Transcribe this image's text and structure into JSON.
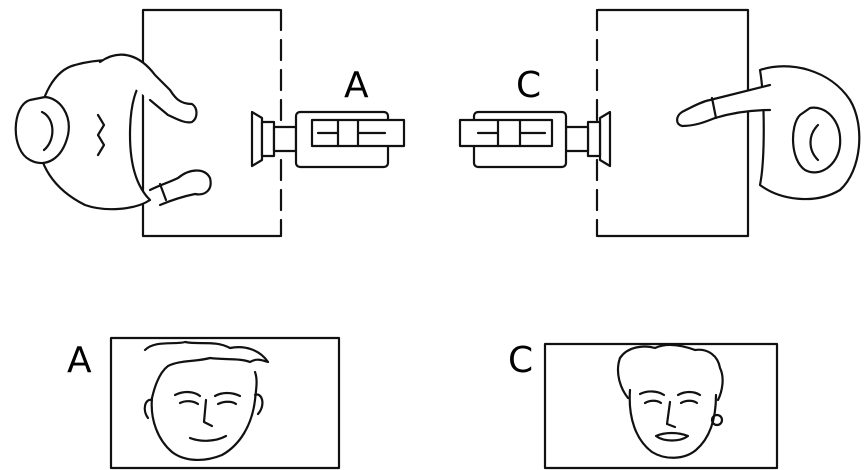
{
  "cameras": {
    "left": {
      "label": "A"
    },
    "right": {
      "label": "C"
    }
  },
  "frames": {
    "left": {
      "label": "A"
    },
    "right": {
      "label": "C"
    }
  }
}
